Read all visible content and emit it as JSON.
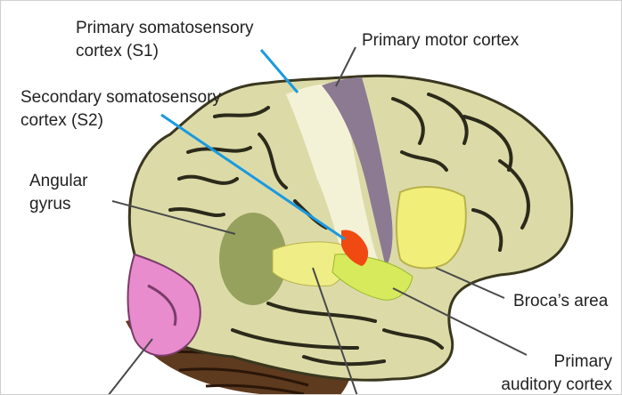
{
  "labels": {
    "s1_line1": "Primary somatosensory",
    "s1_line2": "cortex (S1)",
    "motor": "Primary motor cortex",
    "s2_line1": "Secondary somatosensory",
    "s2_line2": "cortex (S2)",
    "angular_line1": "Angular",
    "angular_line2": "gyrus",
    "broca": "Broca’s area",
    "auditory_line1": "Primary",
    "auditory_line2": "auditory cortex"
  },
  "colors": {
    "brain_fill": "#dcdba8",
    "sulcus": "#2c2a1a",
    "primary_somatosensory": "#f4f2d6",
    "primary_motor": "#8c7a93",
    "secondary_somatosensory": "#f04a12",
    "angular_gyrus": "#8f9a55",
    "brocas_area": "#f2ee7a",
    "primary_auditory": "#d6ea5c",
    "wernicke_region": "#efee86",
    "occipital_region": "#e88ccd",
    "cerebellum": "#5e3a1e",
    "pointer_blue": "#1a9ae0",
    "pointer_gray": "#4a4a4a"
  }
}
